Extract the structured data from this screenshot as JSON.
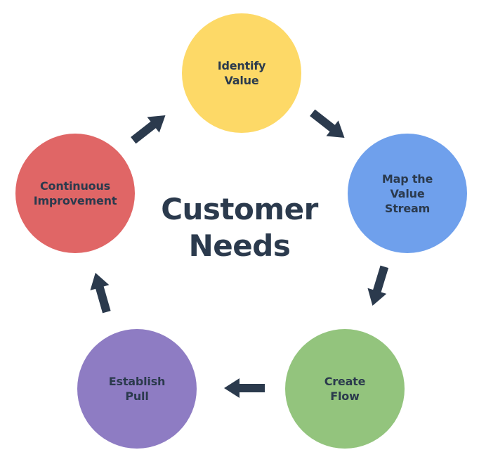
{
  "center": {
    "title": "Customer\nNeeds",
    "text_color": "#2b3a4d"
  },
  "steps": [
    {
      "id": "identify-value",
      "label": "Identify\nValue",
      "color": "#fdd967"
    },
    {
      "id": "map-value-stream",
      "label": "Map the\nValue\nStream",
      "color": "#6fa0ec"
    },
    {
      "id": "create-flow",
      "label": "Create\nFlow",
      "color": "#93c47d"
    },
    {
      "id": "establish-pull",
      "label": "Establish\nPull",
      "color": "#8e7cc3"
    },
    {
      "id": "continuous-improvement",
      "label": "Continuous\nImprovement",
      "color": "#e06666"
    }
  ],
  "arrow_color": "#2b3a4d"
}
